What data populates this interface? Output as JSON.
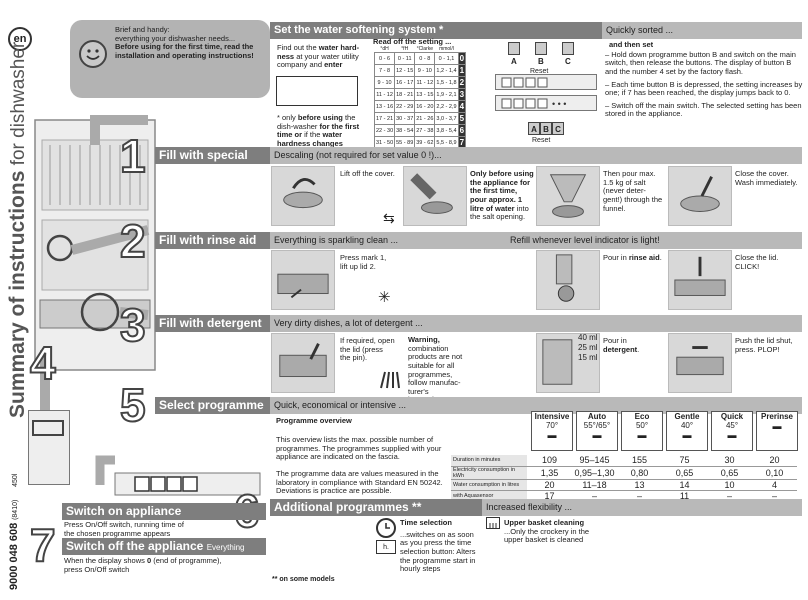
{
  "lang_badge": "en",
  "side_title": {
    "part1": "Summary of instructions",
    "part2": " for dishwasher"
  },
  "part_number": {
    "main": "9000 048 608",
    "sub": "(8410)",
    "code": "450l"
  },
  "intro": {
    "line1": "Brief and handy:",
    "line2": "everything your dishwasher needs...",
    "bold": "Before using for the first time, read the installation and operating instructions!"
  },
  "steps": {
    "n1": "1",
    "n2": "2",
    "n3": "3",
    "n4": "4",
    "n5": "5",
    "n6": "6",
    "n7": "7"
  },
  "water": {
    "title": "Set the water softening system *",
    "find_out_1": "Find out the ",
    "find_out_bold": "water hard-ness",
    "find_out_2": " at your water utility company and ",
    "find_out_bold2": "enter",
    "read_off": "Read off the setting ...",
    "note_1": "* only ",
    "note_bold": "before using",
    "note_2": " the dish-washer ",
    "note_bold2": "for the first time or",
    "note_3": " if the ",
    "note_bold3": "water hardness changes",
    "table_head": [
      "°dH",
      "°fH",
      "°Clarke",
      "mmol/l"
    ],
    "table_rows": [
      [
        "0 - 6",
        "0 - 11",
        "0 - 8",
        "0 - 1,1",
        "0"
      ],
      [
        "7 - 8",
        "12 - 15",
        "9 - 10",
        "1,2 - 1,4",
        "1"
      ],
      [
        "9 - 10",
        "16 - 17",
        "11 - 12",
        "1,5 - 1,8",
        "2"
      ],
      [
        "11 - 12",
        "18 - 21",
        "13 - 15",
        "1,9 - 2,1",
        "3"
      ],
      [
        "13 - 16",
        "22 - 29",
        "16 - 20",
        "2,2 - 2,9",
        "4"
      ],
      [
        "17 - 21",
        "30 - 37",
        "21 - 26",
        "3,0 - 3,7",
        "5"
      ],
      [
        "22 - 30",
        "38 - 54",
        "27 - 38",
        "3,8 - 5,4",
        "6"
      ],
      [
        "31 - 50",
        "55 - 89",
        "39 - 62",
        "5,5 - 8,9",
        "7"
      ]
    ],
    "buttons": [
      "A",
      "B",
      "C"
    ],
    "reset": "Reset",
    "quick_sorted": "Quickly sorted ...",
    "and_then_set": "and then set",
    "step1": "– Hold down programme button B and switch on the main switch, then release the buttons. The display of button B and the number 4 set by the factory flash.",
    "step2": "– Each time button B is depressed, the setting increases by one; if 7 has been reached, the display jumps back to 0.",
    "step3": "– Switch off the main switch. The selected setting has been stored in the appliance."
  },
  "salt": {
    "title": "Fill with special salt",
    "sub": "Descaling (not required for set value 0 !)...",
    "t1": "Lift off the cover.",
    "t2_bold": "Only before using the appliance for the first time, pour approx. 1 litre of water",
    "t2": " into the salt opening.",
    "t3": "Then pour max. 1.5 kg of salt (never deter-gent!) through the funnel.",
    "t4": "Close the cover. Wash immediately."
  },
  "rinse": {
    "title": "Fill with rinse aid",
    "sub": "Everything is sparkling clean ...",
    "sub2": "Refill whenever level indicator is light!",
    "t1": "Press mark 1, lift up lid 2.",
    "t2_a": "Pour in ",
    "t2_bold": "rinse aid",
    "t2_b": ".",
    "t3": "Close the lid. CLICK!"
  },
  "detergent": {
    "title": "Fill with detergent",
    "sub": "Very dirty dishes, a lot of detergent ...",
    "t1": "If required, open the lid (press the pin).",
    "warn_bold": "Warning,",
    "warn": "combination products are not suitable for all programmes, follow manufac-turer's instructions.",
    "ml": [
      "40 ml",
      "25 ml",
      "15 ml"
    ],
    "t2_a": "Pour in ",
    "t2_bold": "detergent",
    "t2_b": ".",
    "t3": "Push the lid shut, press. PLOP!"
  },
  "programme": {
    "title": "Select programme",
    "sub": "Quick, economical or intensive ...",
    "overview": "Programme overview",
    "desc1": "This overview lists the max. possible number of programmes. The programmes supplied with your appliance are indicated on the fascia.",
    "desc2": "The programme data are values measured in the laboratory in compliance with Standard EN 50242. Deviations is practice are possible.",
    "headers": [
      {
        "name": "Intensive",
        "temp": "70°"
      },
      {
        "name": "Auto",
        "temp": "55°/65°"
      },
      {
        "name": "Eco",
        "temp": "50°"
      },
      {
        "name": "Gentle",
        "temp": "40°"
      },
      {
        "name": "Quick",
        "temp": "45°"
      },
      {
        "name": "Prerinse",
        "temp": ""
      }
    ],
    "rows": [
      {
        "label": "Duration in minutes",
        "values": [
          "109",
          "95–145",
          "155",
          "75",
          "30",
          "20"
        ]
      },
      {
        "label": "Electricity consumption in kWh",
        "values": [
          "1,35",
          "0,95–1,30",
          "0,80",
          "0,65",
          "0,65",
          "0,10"
        ]
      },
      {
        "label": "Water consumption in litres",
        "values": [
          "20",
          "11–18",
          "13",
          "14",
          "10",
          "4"
        ]
      },
      {
        "label": "with Aquasensor",
        "values": [
          "17",
          "–",
          "–",
          "11",
          "–",
          "–"
        ]
      }
    ]
  },
  "switch_on": {
    "title": "Switch on appliance",
    "text": "Press On/Off switch, running time of the chosen programme appears"
  },
  "switch_off": {
    "title": "Switch off the appliance",
    "title_small": "Everything O.K...",
    "text_a": "When the display shows ",
    "text_bold": "0",
    "text_b": " (end of programme), press On/Off switch"
  },
  "additional": {
    "title": "Additional programmes **",
    "sub": "Increased flexibility ...",
    "time_title": "Time selection",
    "time_text": "...switches on as soon as you press the time selection button: Alters the programme start in hourly steps",
    "time_icon_label": "h.",
    "upper_title": "Upper basket cleaning",
    "upper_text": "...Only the crockery in the upper basket is cleaned",
    "footnote": "** on some models"
  }
}
